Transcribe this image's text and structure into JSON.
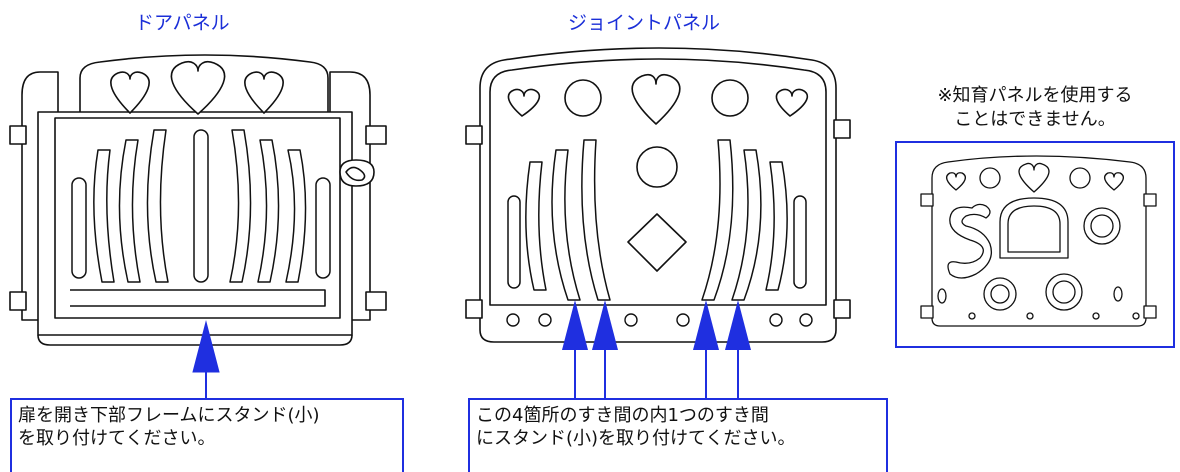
{
  "door_panel": {
    "title": "ドアパネル",
    "callout_line1": "扉を開き下部フレームにスタンド(小)",
    "callout_line2": "を取り付けてください。"
  },
  "joint_panel": {
    "title": "ジョイントパネル",
    "callout_line1": "この4箇所のすき間の内1つのすき間",
    "callout_line2": "にスタンド(小)を取り付けてください。"
  },
  "education_panel": {
    "note_line1": "※知育パネルを使用する",
    "note_line2": "ことはできません。"
  },
  "colors": {
    "accent_blue": "#1f2fe0",
    "line": "#111111"
  }
}
